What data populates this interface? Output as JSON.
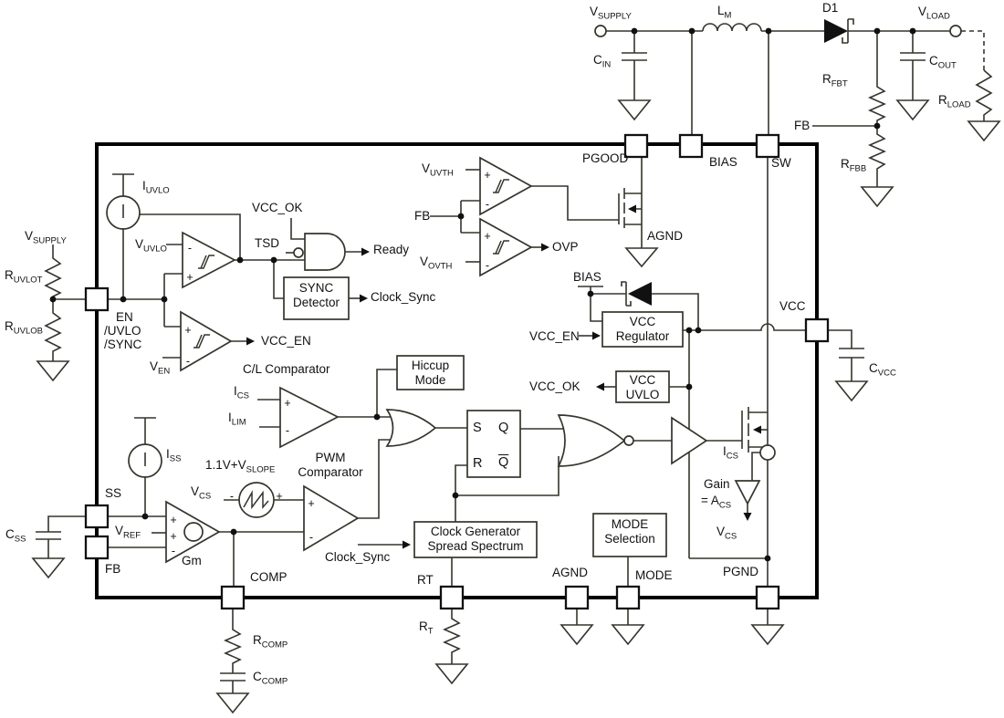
{
  "signs": {
    "plus": "+",
    "minus": "-"
  },
  "latch": {
    "s": "S",
    "q": "Q",
    "r": "R",
    "qbar": "Q"
  },
  "labels": {
    "vsupply_top": {
      "main": "V",
      "sub": "SUPPLY"
    },
    "cin": {
      "main": "C",
      "sub": "IN"
    },
    "lm": {
      "main": "L",
      "sub": "M"
    },
    "d1": {
      "main": "D1"
    },
    "vload": {
      "main": "V",
      "sub": "LOAD"
    },
    "cout": {
      "main": "C",
      "sub": "OUT"
    },
    "rfbt": {
      "main": "R",
      "sub": "FBT"
    },
    "fb_ext": {
      "main": "FB"
    },
    "rfbb": {
      "main": "R",
      "sub": "FBB"
    },
    "rload": {
      "main": "R",
      "sub": "LOAD"
    },
    "vsupply_left": {
      "main": "V",
      "sub": "SUPPLY"
    },
    "ruvlot": {
      "main": "R",
      "sub": "UVLOT"
    },
    "ruvlob": {
      "main": "R",
      "sub": "UVLOB"
    },
    "css": {
      "main": "C",
      "sub": "SS"
    },
    "iuvlo": {
      "main": "I",
      "sub": "UVLO"
    },
    "vuvlo": {
      "main": "V",
      "sub": "UVLO"
    },
    "vcc_ok_top": {
      "main": "VCC_OK"
    },
    "tsd": {
      "main": "TSD"
    },
    "ready": {
      "main": "Ready"
    },
    "clock_sync_top": {
      "main": "Clock_Sync"
    },
    "en1": {
      "main": "EN"
    },
    "en2": {
      "main": "/UVLO"
    },
    "en3": {
      "main": "/SYNC"
    },
    "ven": {
      "main": "V",
      "sub": "EN"
    },
    "vcc_en_out": {
      "main": "VCC_EN"
    },
    "vuvth": {
      "main": "V",
      "sub": "UVTH"
    },
    "fb_mid": {
      "main": "FB"
    },
    "vovth": {
      "main": "V",
      "sub": "OVTH"
    },
    "ovp": {
      "main": "OVP"
    },
    "pgood": {
      "main": "PGOOD"
    },
    "agnd_top": {
      "main": "AGND"
    },
    "bias_top": {
      "main": "BIAS"
    },
    "sw": {
      "main": "SW"
    },
    "bias_node": {
      "main": "BIAS"
    },
    "vcc_en_in": {
      "main": "VCC_EN"
    },
    "vcc_ok_in": {
      "main": "VCC_OK"
    },
    "vcc": {
      "main": "VCC"
    },
    "cvcc": {
      "main": "C",
      "sub": "VCC"
    },
    "cl_comparator": {
      "main": "C/L Comparator"
    },
    "ics_left": {
      "main": "I",
      "sub": "CS"
    },
    "ilim": {
      "main": "I",
      "sub": "LIM"
    },
    "slope": {
      "main": "1.1V+V",
      "sub": "SLOPE"
    },
    "vcs_left": {
      "main": "V",
      "sub": "CS"
    },
    "clock_sync_bottom": {
      "main": "Clock_Sync"
    },
    "iss": {
      "main": "I",
      "sub": "SS"
    },
    "vref": {
      "main": "V",
      "sub": "REF"
    },
    "gm": {
      "main": "Gm"
    },
    "ss": {
      "main": "SS"
    },
    "fb_in": {
      "main": "FB"
    },
    "comp": {
      "main": "COMP"
    },
    "rt": {
      "main": "RT"
    },
    "agnd_bottom": {
      "main": "AGND"
    },
    "mode": {
      "main": "MODE"
    },
    "pgnd": {
      "main": "PGND"
    },
    "ics_right": {
      "main": "I",
      "sub": "CS"
    },
    "gain1": {
      "main": "Gain"
    },
    "gain2": {
      "main": "= A",
      "sub": "CS"
    },
    "vcs_right": {
      "main": "V",
      "sub": "CS"
    },
    "rcomp": {
      "main": "R",
      "sub": "COMP"
    },
    "ccomp": {
      "main": "C",
      "sub": "COMP"
    },
    "rt_res": {
      "main": "R",
      "sub": "T"
    }
  },
  "boxes": {
    "pwm": {
      "line1": "PWM",
      "line2": "Comparator"
    },
    "sync_detector": {
      "line1": "SYNC",
      "line2": "Detector"
    },
    "hiccup": {
      "line1": "Hiccup",
      "line2": "Mode"
    },
    "clock_gen": {
      "line1": "Clock Generator",
      "line2": "Spread Spectrum"
    },
    "mode_selection": {
      "line1": "MODE",
      "line2": "Selection"
    },
    "vcc_regulator": {
      "line1": "VCC",
      "line2": "Regulator"
    },
    "vcc_uvlo": {
      "line1": "VCC",
      "line2": "UVLO"
    }
  }
}
